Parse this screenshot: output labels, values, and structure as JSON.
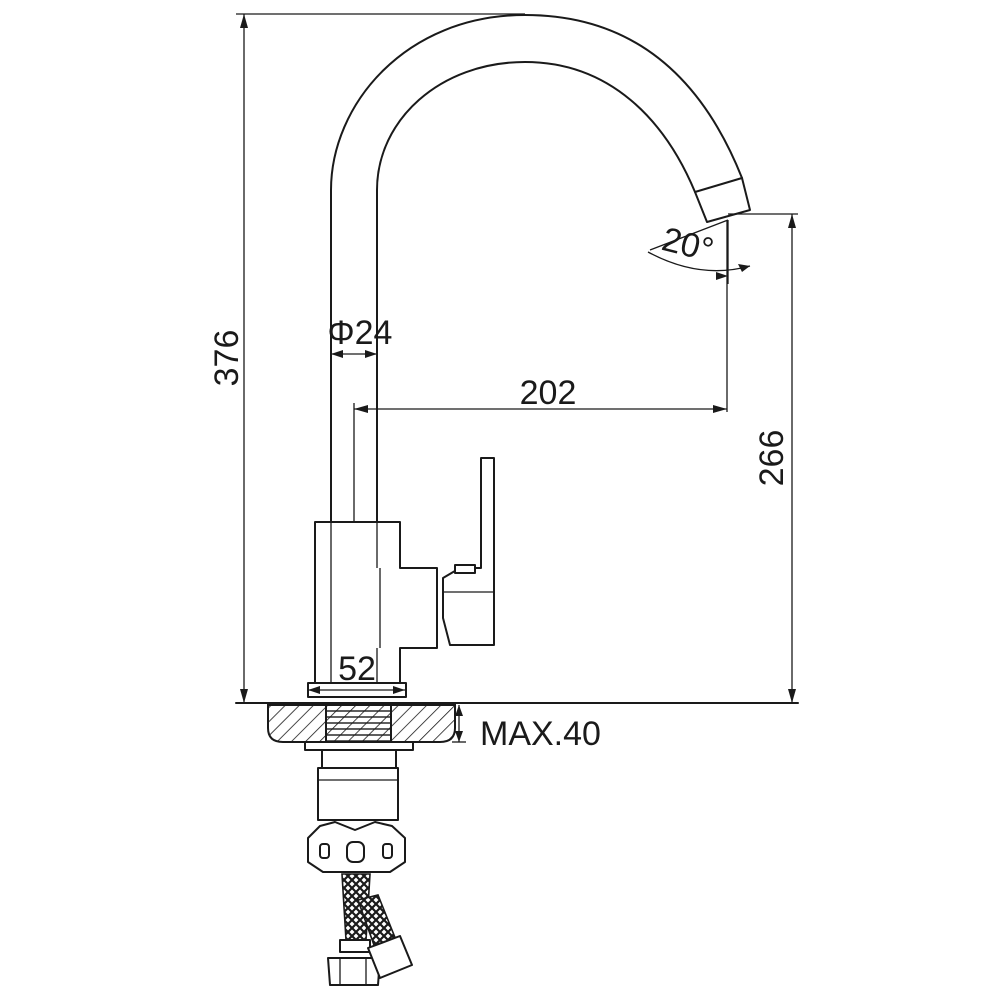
{
  "diagram": {
    "colors": {
      "line": "#1a1a1a",
      "background": "#ffffff"
    },
    "dimensions": {
      "total_height": "376",
      "spout_height": "266",
      "reach": "202",
      "pipe_diameter": "Φ24",
      "base_width": "52",
      "spout_angle": "20°",
      "max_mount_thickness": "MAX.40"
    }
  }
}
